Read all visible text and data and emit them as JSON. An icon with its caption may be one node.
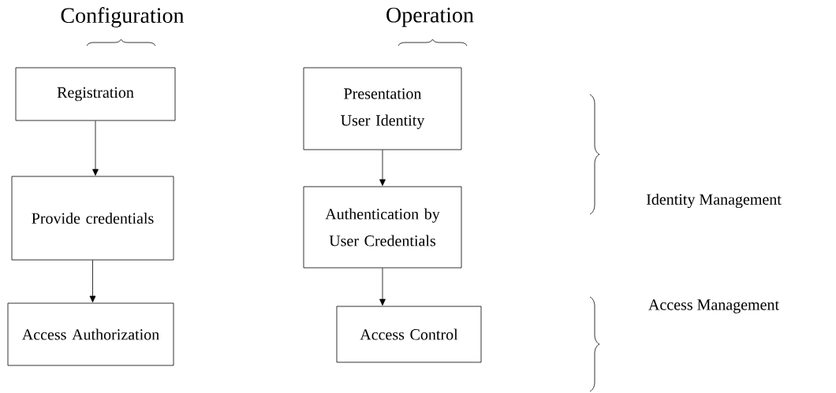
{
  "diagram": {
    "nodes": [
      {
        "text": [
          "Registration"
        ]
      },
      {
        "text": [
          "Provide credentials"
        ]
      },
      {
        "text": [
          "Access Authorization"
        ]
      },
      {
        "text": [
          "Presentation User Identity"
        ]
      },
      {
        "text": [
          "Authentication by User Credentials"
        ]
      },
      {
        "text": [
          "Access Control"
        ]
      }
    ],
    "edges": [
      {
        "from": 0,
        "to": 1,
        "arrow": "to"
      },
      {
        "from": 1,
        "to": 2,
        "arrow": "to"
      },
      {
        "from": 3,
        "to": 4,
        "arrow": "to"
      },
      {
        "from": 4,
        "to": 5,
        "arrow": "to"
      }
    ],
    "labels": [
      "Configuration",
      "Operation",
      "Identity Management",
      "Access Management"
    ]
  }
}
